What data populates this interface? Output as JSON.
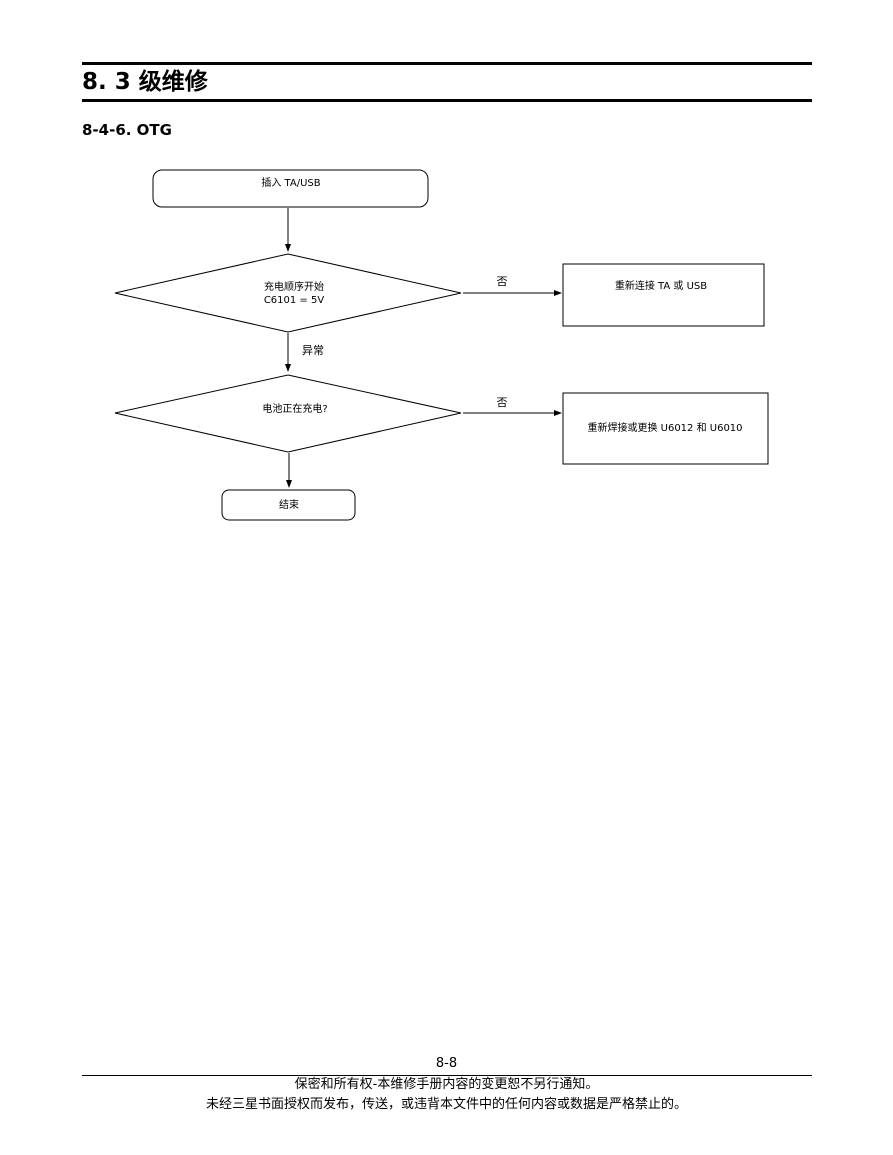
{
  "header": {
    "section_title": "8. 3 级维修",
    "subsection_title": "8-4-6. OTG"
  },
  "flowchart": {
    "start": "插入 TA/USB",
    "decision_1": {
      "line_1": "充电顺序开始",
      "line_2": "C6101 = 5V"
    },
    "decision_1_no_label": "否",
    "decision_1_no_action": "重新连接 TA 或 USB",
    "decision_1_down_label": "异常",
    "decision_2": "电池正在充电?",
    "decision_2_no_label": "否",
    "decision_2_no_action": "重新焊接或更换 U6012 和 U6010",
    "end": "结束"
  },
  "footer": {
    "page_number": "8-8",
    "line_1": "保密和所有权-本维修手册内容的变更恕不另行通知。",
    "line_2": "未经三星书面授权而发布，传送，或违背本文件中的任何内容或数据是严格禁止的。"
  }
}
